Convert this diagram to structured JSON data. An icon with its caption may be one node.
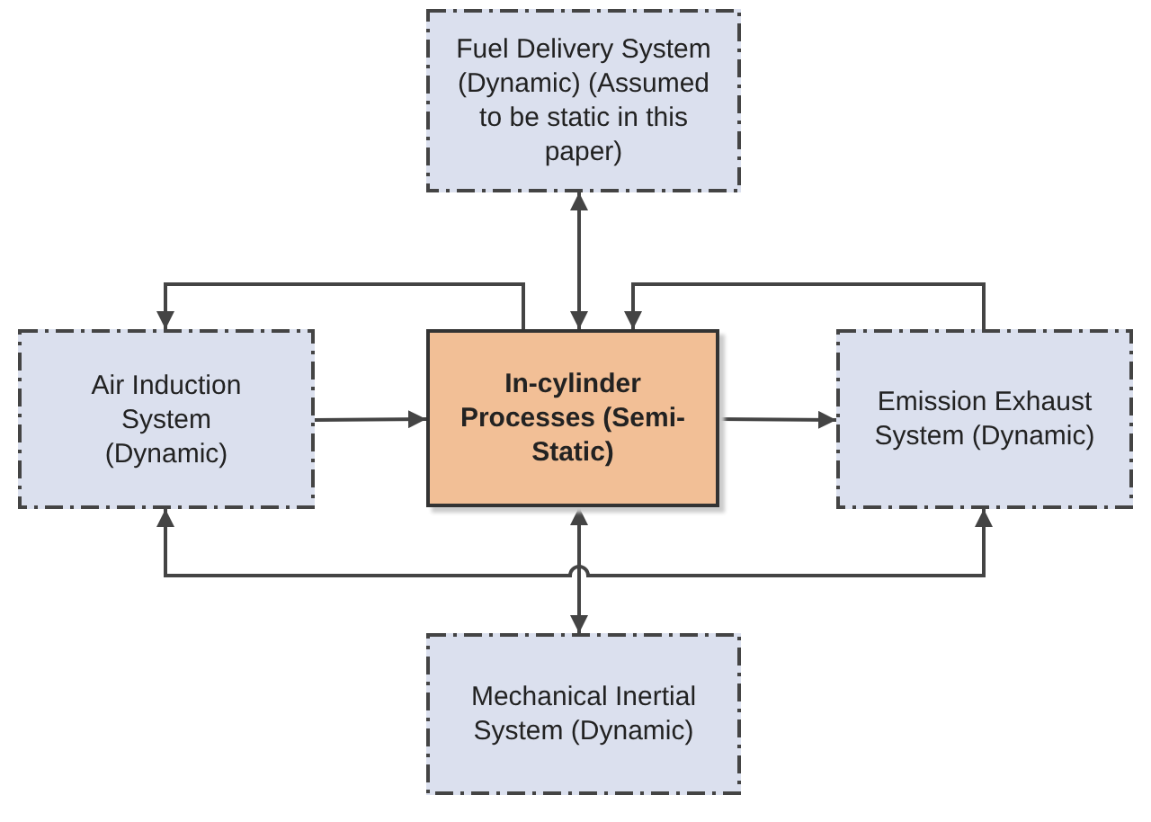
{
  "diagram": {
    "nodes": [
      {
        "text": [
          "Fuel Delivery System (Dynamic) (Assumed to be static in this paper)"
        ]
      },
      {
        "text": [
          "Air Induction System (Dynamic)"
        ]
      },
      {
        "text": [
          "In-cylinder Processes (Semi-Static)"
        ]
      },
      {
        "text": [
          "Emission Exhaust System (Dynamic)"
        ]
      },
      {
        "text": [
          "Mechanical Inertial System (Dynamic)"
        ]
      }
    ],
    "edges": [
      {
        "from": 0,
        "to": 2,
        "arrow": "both"
      },
      {
        "from": 2,
        "to": 1,
        "arrow": "to"
      },
      {
        "from": 1,
        "to": 2,
        "arrow": "to"
      },
      {
        "from": 2,
        "to": 3,
        "arrow": "to"
      },
      {
        "from": 3,
        "to": 2,
        "arrow": "to"
      },
      {
        "from": 2,
        "to": 4,
        "arrow": "both"
      },
      {
        "from": 1,
        "to": 3,
        "arrow": "both"
      }
    ]
  }
}
